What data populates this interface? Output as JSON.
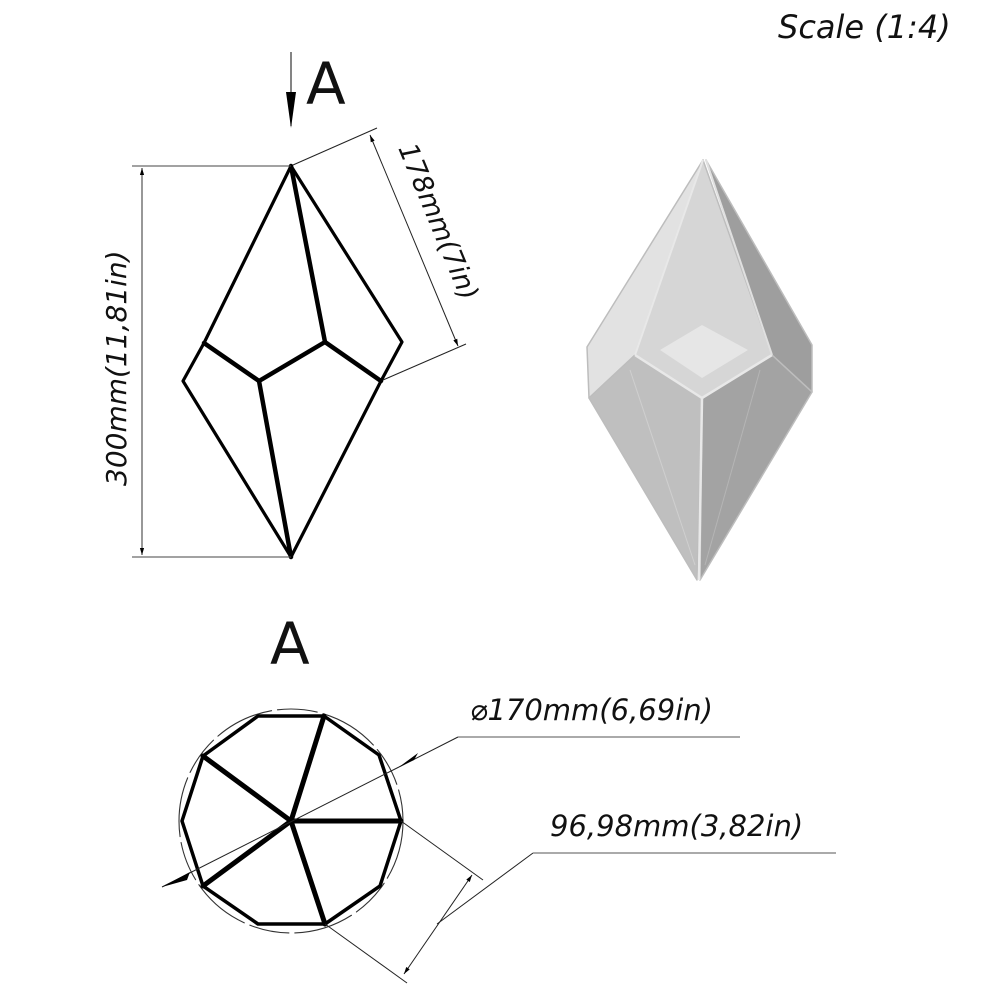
{
  "drawing": {
    "scale_label": "Scale (1:4)",
    "section_marker": "A",
    "view_label": "A"
  },
  "front_view": {
    "height_dimension": "300mm(11,81in)",
    "edge_dimension": "178mm(7in)"
  },
  "top_view": {
    "diameter_dimension": "⌀170mm(6,69in)",
    "side_dimension": "96,98mm(3,82in)"
  },
  "render_view": {
    "description": "3D shaded render of pentagonal bipyramid crystal"
  },
  "colors": {
    "line": "#000000",
    "dim_line": "#333333",
    "shade_light": "#dcdcdc",
    "shade_mid": "#c4c4c4",
    "shade_dark": "#a6a6a6"
  }
}
